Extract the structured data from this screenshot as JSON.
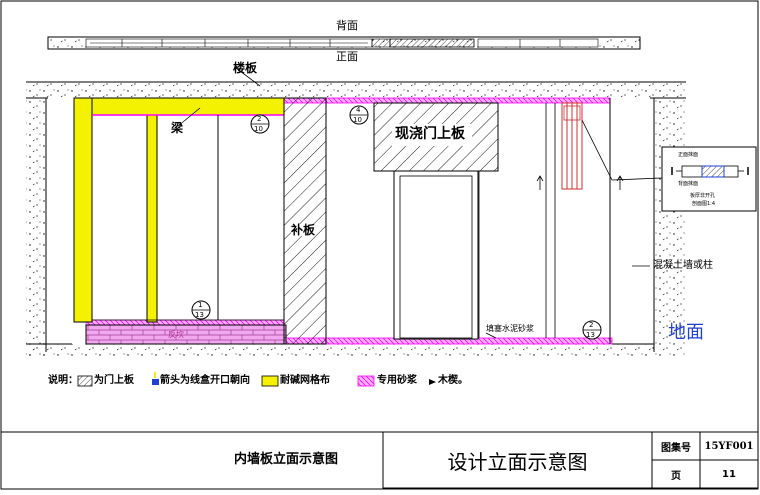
{
  "labels": {
    "back_face": "背面",
    "front_face": "正面",
    "floor_slab": "楼板",
    "beam": "梁",
    "cast_door_lintel": "现浇门上板",
    "filler_panel": "补板",
    "concrete_wall": "混凝土墙或柱",
    "ground": "地面",
    "skirting_base": "反坎",
    "cement_mortar": "填塞水泥砂浆"
  },
  "callouts": [
    {
      "num": "2",
      "sheet": "10"
    },
    {
      "num": "4",
      "sheet": "10"
    },
    {
      "num": "1",
      "sheet": "13"
    },
    {
      "num": "2",
      "sheet": "13"
    }
  ],
  "detail_inset": {
    "top_text": "正面抹面",
    "bottom_text": "背面抹面",
    "caption_line1": "板厚非开孔",
    "caption_line2": "剖面图1:4"
  },
  "legend": {
    "prefix": "说明：",
    "item1": "为门上板",
    "item2": "箭头为线盒开口朝向",
    "item3": "耐碱网格布",
    "item4": "专用砂浆",
    "item5": "木楔。"
  },
  "title_block": {
    "left_title": "内墙板立面示意图",
    "main_title": "设计立面示意图",
    "atlas_label": "图集号",
    "atlas_value": "15YF001",
    "page_label": "页",
    "page_value": "11"
  },
  "colors": {
    "panel_yellow": "#f4f200",
    "mortar_magenta": "#ff00ff",
    "brick_pink": "#f2a8f0",
    "ground_blue": "#1f3fd6"
  }
}
